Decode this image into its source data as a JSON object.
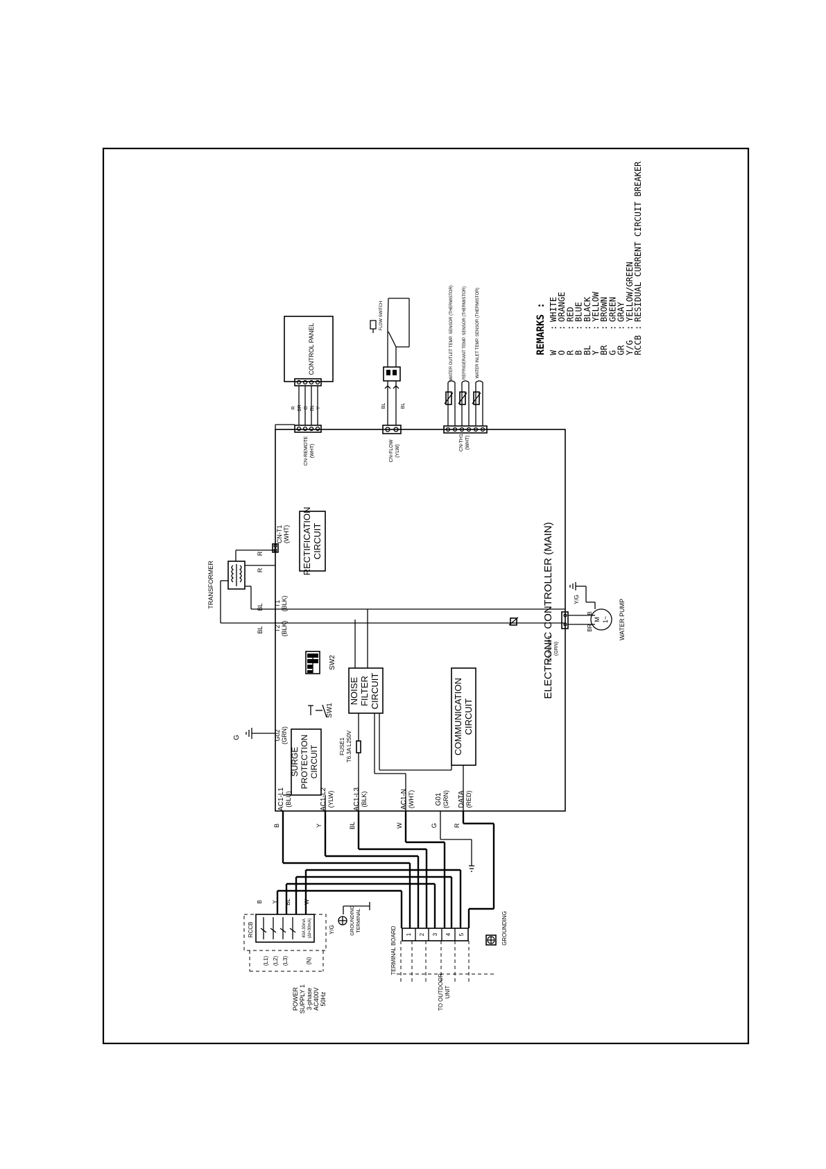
{
  "title": "ELECTRONIC CONTROLLER (MAIN)",
  "circuits": {
    "rectification": [
      "RECTIFICATION",
      "CIRCUIT"
    ],
    "noise_filter": [
      "NOISE",
      "FILTER",
      "CIRCUIT"
    ],
    "communication": [
      "COMMUNICATION",
      "CIRCUIT"
    ],
    "surge": [
      "SURGE",
      "PROTECTION",
      "CIRCUIT"
    ]
  },
  "control_panel": "CONTROL PANEL",
  "transformer": "TRANSFORMER",
  "water_pump": "WATER PUMP",
  "motor": {
    "m": "M",
    "phase": "1~"
  },
  "flow_switch": "FLOW SWITCH",
  "sensors": [
    "WATER OUTLET TEMP. SENSOR (THERMISTOR)",
    "REFRIGERANT TEMP. SENSOR (THERMISTOR)",
    "WATER INLET TEMP. SENSOR (THERMISTOR)"
  ],
  "connectors": {
    "cn_remote": [
      "CN-REMOTE",
      "(WHT)"
    ],
    "cn_flow": [
      "CN-FLOW",
      "(YLW)"
    ],
    "cn_th1": [
      "CN-TH1",
      "(WHT)"
    ],
    "cn_t1": [
      "CN-T1",
      "(WHT)"
    ],
    "cn_pump": [
      "CN-PUMP 1",
      "(GRN)"
    ],
    "t1": [
      "T1",
      "(BLK)"
    ],
    "t2": [
      "T2",
      "(BLK)"
    ],
    "g02": [
      "G02",
      "(GRN)"
    ],
    "sw1": "SW1",
    "sw2": "SW2",
    "fuse": [
      "FUSE1",
      "T6.3A L250V"
    ]
  },
  "bottom_terminals": [
    {
      "name": "AC1-L1",
      "color": "(BLU)",
      "wire": "B"
    },
    {
      "name": "AC1-L2",
      "color": "(YLW)",
      "wire": "Y"
    },
    {
      "name": "AC1-L3",
      "color": "(BLK)",
      "wire": "BL"
    },
    {
      "name": "AC1-N",
      "color": "(WHT)",
      "wire": "W"
    },
    {
      "name": "G01",
      "color": "(GRN)",
      "wire": "G"
    },
    {
      "name": "DATA",
      "color": "(RED)",
      "wire": "R"
    }
  ],
  "wire_labels": {
    "bl": "BL",
    "r": "R",
    "br": "BR",
    "b": "B",
    "y": "Y",
    "w": "W",
    "yg": "Y/G",
    "g": "G",
    "o": "O"
  },
  "power_supply": [
    "POWER",
    "SUPPLY 1",
    "3-phase",
    "AC400V",
    "50Hz"
  ],
  "rccb": {
    "label": "RCCB",
    "phases": [
      "(L1)",
      "(L2)",
      "(L3)",
      "(N)"
    ],
    "rating": [
      "40A 30mA",
      "(ΔI=30mA)"
    ]
  },
  "grounding_terminal": [
    "GROUNDING",
    "TERMINAL"
  ],
  "terminal_board": {
    "label": "TERMINAL BOARD",
    "numbers": [
      "1",
      "2",
      "3",
      "4",
      "5"
    ]
  },
  "grounding": "GROUNDING",
  "to_outdoor": [
    "TO OUTDOOR",
    "UNIT"
  ],
  "remarks": {
    "title": "REMARKS :",
    "items": [
      {
        "code": "W",
        "name": "WHITE"
      },
      {
        "code": "O",
        "name": "ORANGE"
      },
      {
        "code": "R",
        "name": "RED"
      },
      {
        "code": "B",
        "name": "BLUE"
      },
      {
        "code": "BL",
        "name": "BLACK"
      },
      {
        "code": "Y",
        "name": "YELLOW"
      },
      {
        "code": "BR",
        "name": "BROWN"
      },
      {
        "code": "G",
        "name": "GREEN"
      },
      {
        "code": "GR",
        "name": "GRAY"
      },
      {
        "code": "Y/G",
        "name": "YELLOW/GREEN"
      },
      {
        "code": "RCCB",
        "name": "RESIDUAL CURRENT CIRCUIT BREAKER"
      }
    ]
  }
}
